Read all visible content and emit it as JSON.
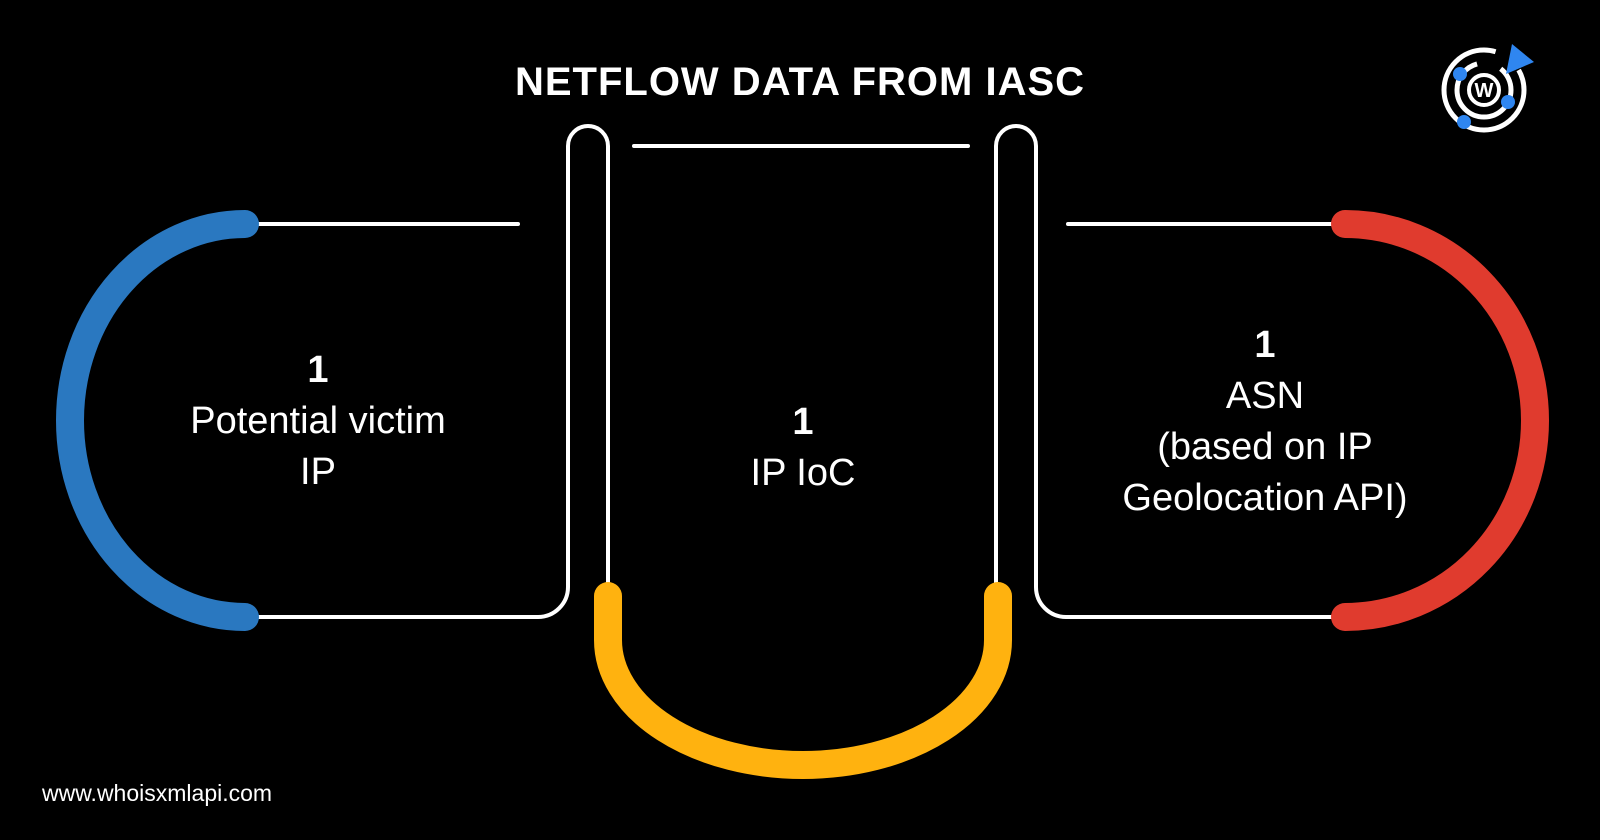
{
  "title": "NETFLOW DATA FROM IASC",
  "blocks": [
    {
      "count": "1",
      "line1": "Potential victim",
      "line2": "IP",
      "color": "#2a78c0"
    },
    {
      "count": "1",
      "line1": "IP IoC",
      "color": "#ffb20f"
    },
    {
      "count": "1",
      "line1": "ASN",
      "line2": "(based on IP",
      "line3": "Geolocation API)",
      "color": "#e03b2e"
    }
  ],
  "footer": "www.whoisxmlapi.com",
  "logo": {
    "name": "whoisxmlapi-logo",
    "letter": "W",
    "accent": "#2f86f0"
  }
}
